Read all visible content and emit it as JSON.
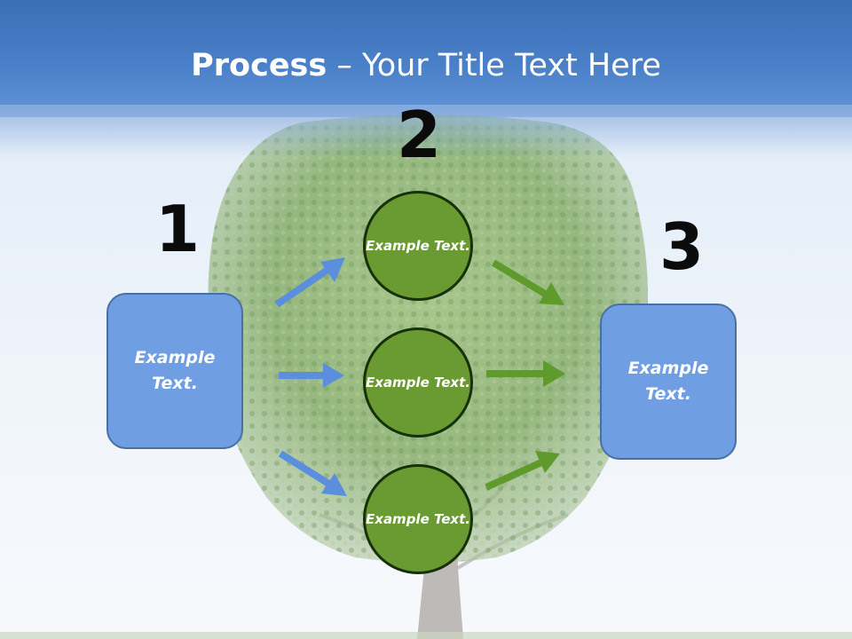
{
  "title": {
    "bold": "Process",
    "rest": " – Your Title Text Here"
  },
  "steps": {
    "one": "1",
    "two": "2",
    "three": "3"
  },
  "left_box": "Example Text.",
  "right_box": "Example Text.",
  "circles": [
    "Example Text.",
    "Example Text.",
    "Example Text."
  ],
  "colors": {
    "header": "#4a80c8",
    "box_fill": "#6f9fe2",
    "circle_fill": "#6a9a32",
    "blue_arrow": "#5b8fde",
    "green_arrow": "#5e9a2c"
  }
}
